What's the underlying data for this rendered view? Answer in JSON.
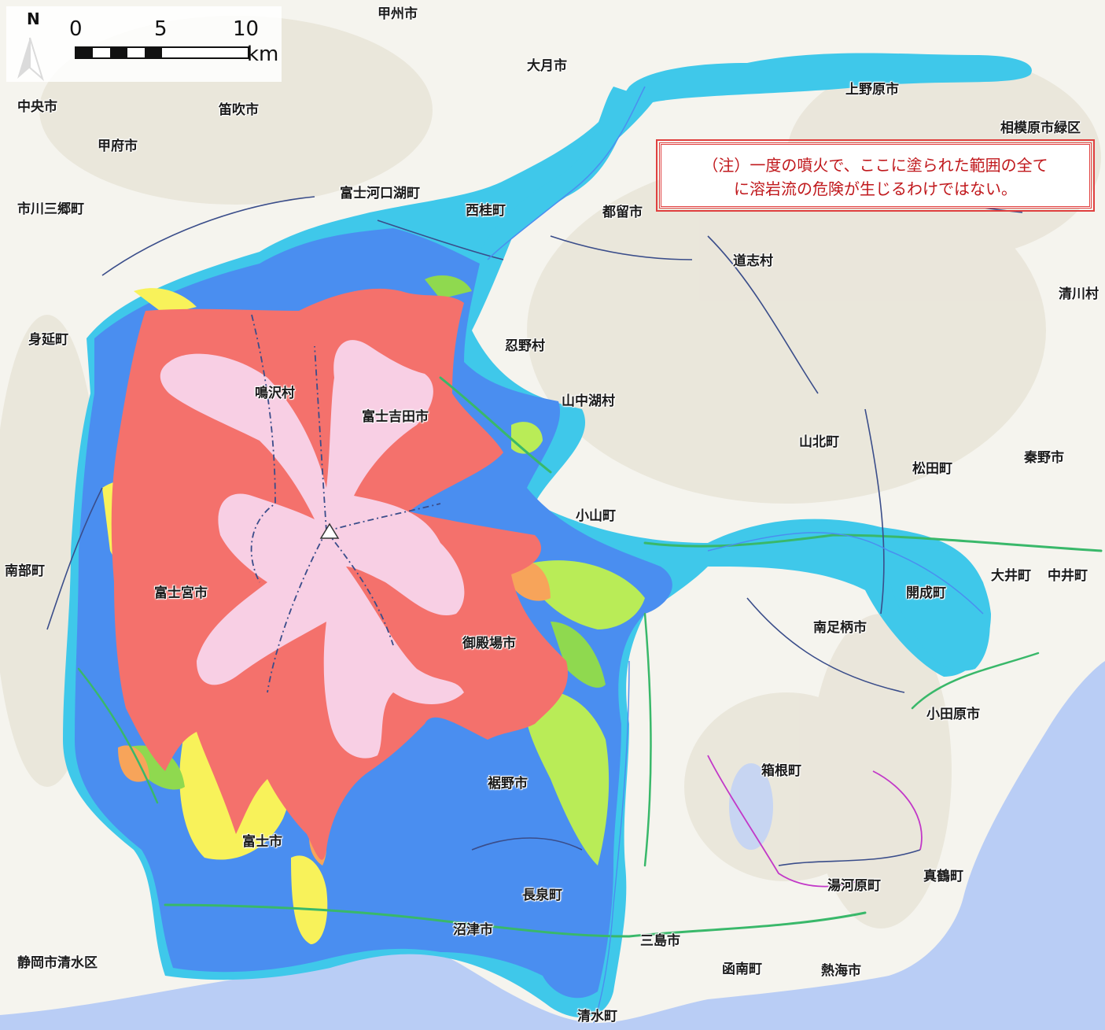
{
  "colors": {
    "base": "#f5f4ee",
    "terrain": "#e6e1d3",
    "sea": "#b9cdf5",
    "lake": "#c7d5f2",
    "hazard_red": "#f4716c",
    "hazard_pink": "#f8cfe4",
    "hazard_orange": "#f7a45a",
    "hazard_yellow": "#f8f25a",
    "hazard_lightgreen": "#b9ec57",
    "hazard_green": "#8fd94f",
    "hazard_blue": "#4a8ef0",
    "hazard_cyan": "#3fc8ea",
    "road_green": "#39b86a",
    "boundary": "#3a4d8a",
    "note_border": "#e0403f",
    "note_text": "#c0181c"
  },
  "scale_bar": {
    "tick_labels": [
      "0",
      "5",
      "10"
    ],
    "unit": "km",
    "north_label": "N"
  },
  "note": {
    "line1": "（注）一度の噴火で、ここに塗られた範囲の全て",
    "line2": "に溶岩流の危険が生じるわけではない。"
  },
  "summit_marker_icon": "triangle-icon",
  "places": [
    {
      "id": "koshu",
      "name": "甲州市"
    },
    {
      "id": "otsuki",
      "name": "大月市"
    },
    {
      "id": "uenohara",
      "name": "上野原市"
    },
    {
      "id": "sagamihara",
      "name": "相模原市緑区"
    },
    {
      "id": "chuo",
      "name": "中央市"
    },
    {
      "id": "fuefuki",
      "name": "笛吹市"
    },
    {
      "id": "kofu",
      "name": "甲府市"
    },
    {
      "id": "ichikawamisato",
      "name": "市川三郷町"
    },
    {
      "id": "fujikawaguchiko",
      "name": "富士河口湖町"
    },
    {
      "id": "nishikatsura",
      "name": "西桂町"
    },
    {
      "id": "tsuru",
      "name": "都留市"
    },
    {
      "id": "doshi",
      "name": "道志村"
    },
    {
      "id": "kiyokawa",
      "name": "清川村"
    },
    {
      "id": "minobu",
      "name": "身延町"
    },
    {
      "id": "oshino",
      "name": "忍野村"
    },
    {
      "id": "narusawa",
      "name": "鳴沢村"
    },
    {
      "id": "fujiyoshida",
      "name": "富士吉田市"
    },
    {
      "id": "yamanakako",
      "name": "山中湖村"
    },
    {
      "id": "yamakita",
      "name": "山北町"
    },
    {
      "id": "matsuda",
      "name": "松田町"
    },
    {
      "id": "hadano",
      "name": "秦野市"
    },
    {
      "id": "oyama",
      "name": "小山町"
    },
    {
      "id": "nanbu",
      "name": "南部町"
    },
    {
      "id": "fujinomiya",
      "name": "富士宮市"
    },
    {
      "id": "kaisei",
      "name": "開成町"
    },
    {
      "id": "oi",
      "name": "大井町"
    },
    {
      "id": "nakai",
      "name": "中井町"
    },
    {
      "id": "minamiashigara",
      "name": "南足柄市"
    },
    {
      "id": "gotemba",
      "name": "御殿場市"
    },
    {
      "id": "odawara",
      "name": "小田原市"
    },
    {
      "id": "hakone",
      "name": "箱根町"
    },
    {
      "id": "susono",
      "name": "裾野市"
    },
    {
      "id": "fuji",
      "name": "富士市"
    },
    {
      "id": "manazuru",
      "name": "真鶴町"
    },
    {
      "id": "yugawara",
      "name": "湯河原町"
    },
    {
      "id": "nagaizumi",
      "name": "長泉町"
    },
    {
      "id": "numazu",
      "name": "沼津市"
    },
    {
      "id": "mishima",
      "name": "三島市"
    },
    {
      "id": "shizuokashimizu",
      "name": "静岡市清水区"
    },
    {
      "id": "kannami",
      "name": "函南町"
    },
    {
      "id": "atami",
      "name": "熱海市"
    },
    {
      "id": "shimizucho",
      "name": "清水町"
    }
  ]
}
